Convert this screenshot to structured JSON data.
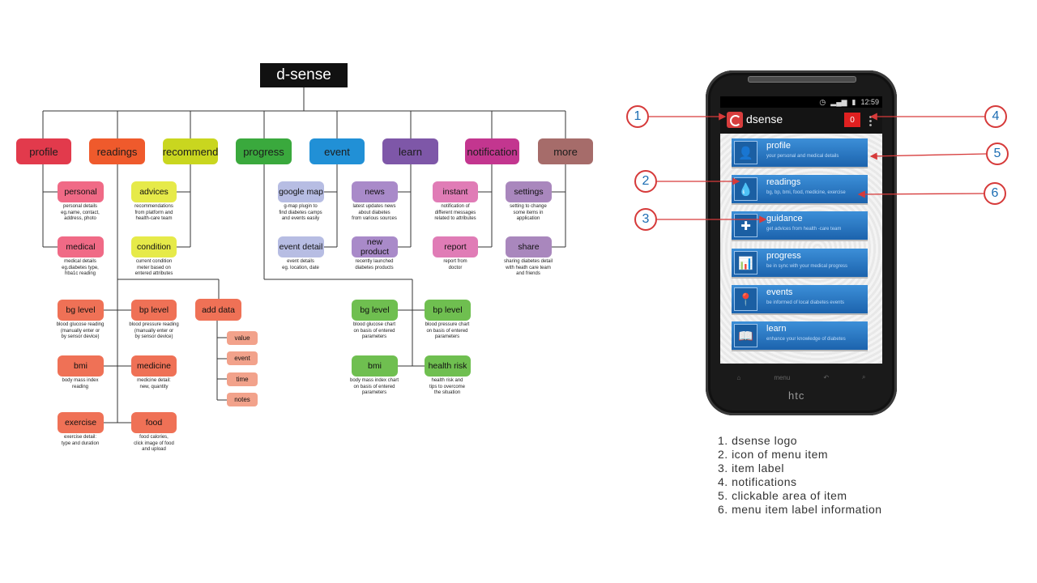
{
  "diagram": {
    "root": "d-sense",
    "categories": [
      "profile",
      "readings",
      "recommend",
      "progress",
      "event",
      "learn",
      "notification",
      "more"
    ],
    "colors": {
      "profile": "#e23a4c",
      "readings": "#ef5a2c",
      "recommend": "#c9d61f",
      "progress": "#3aa93d",
      "event": "#2190d6",
      "learn": "#7e57a8",
      "notification": "#c3368f",
      "more": "#a66c6a",
      "pink": "#f06a86",
      "yellow": "#e6ea49",
      "lavender": "#b7bde3",
      "purple": "#a98ac9",
      "magenta": "#e07cb6",
      "mauve": "#a987bd",
      "salmon": "#ef7156",
      "salmon_light": "#f2a28b",
      "green": "#6fbf50"
    },
    "nodes": {
      "personal": {
        "label": "personal",
        "desc": "personal details\neg.name, contact,\naddress, photo"
      },
      "medical": {
        "label": "medical",
        "desc": "medical details\neg.diabetes type,\nhba1c reading"
      },
      "advices": {
        "label": "advices",
        "desc": "recommendations\nfrom platform and\nhealth-care team"
      },
      "condition": {
        "label": "condition",
        "desc": "current condition\nmeter based on\nentered attributes"
      },
      "google_map": {
        "label": "google map",
        "desc": "g-map plugin to\nfind diabetes camps\nand events easily"
      },
      "event_detail": {
        "label": "event detail",
        "desc": "event details\neg. location, date"
      },
      "news": {
        "label": "news",
        "desc": "latest updates news\nabout diabetes\nfrom various sources"
      },
      "new_product": {
        "label": "new product",
        "desc": "recently launched\ndiabetes products"
      },
      "instant": {
        "label": "instant",
        "desc": "notification of\ndifferent messages\nrelated to attributes"
      },
      "report": {
        "label": "report",
        "desc": "report from\ndoctor"
      },
      "settings": {
        "label": "settings",
        "desc": "setting to change\nsome items in\napplication"
      },
      "share": {
        "label": "share",
        "desc": "sharing diabetes detail\nwith heath care team\nand friends"
      },
      "bg_level_r": {
        "label": "bg level",
        "desc": "blood glucose reading\n(manually enter or\nby sensor device)"
      },
      "bp_level_r": {
        "label": "bp level",
        "desc": "blood pressure reading\n(manually enter or\nby sensor device)"
      },
      "add_data": {
        "label": "add data",
        "desc": ""
      },
      "bmi_r": {
        "label": "bmi",
        "desc": "body mass index\nreading"
      },
      "medicine": {
        "label": "medicine",
        "desc": "medicine detail:\nnew, quantity"
      },
      "exercise": {
        "label": "exercise",
        "desc": "exercise detail:\ntype and duration"
      },
      "food": {
        "label": "food",
        "desc": "food calories,\nclick image of food\nand upload"
      },
      "value": {
        "label": "value",
        "desc": ""
      },
      "event_sub": {
        "label": "event",
        "desc": ""
      },
      "time": {
        "label": "time",
        "desc": ""
      },
      "notes": {
        "label": "notes",
        "desc": ""
      },
      "bg_level_p": {
        "label": "bg level",
        "desc": "blood glucose chart\non basis of entered\nparameters"
      },
      "bp_level_p": {
        "label": "bp level",
        "desc": "blood pressure chart\non basis of entered\nparameters"
      },
      "bmi_p": {
        "label": "bmi",
        "desc": "body mass index chart\non basis of entered\nparameters"
      },
      "health_risk": {
        "label": "health risk",
        "desc": "health risk and\ntips to overcome\nthe situation"
      }
    }
  },
  "phone": {
    "status_time": "12:59",
    "app_title": "dsense",
    "notification_count": "0",
    "menu": [
      {
        "label": "profile",
        "sub": "your personal and medical details",
        "icon": "person-icon",
        "glyph": "👤"
      },
      {
        "label": "readings",
        "sub": "bg, bp, bmi, food, medicine, exercise",
        "icon": "drop-icon",
        "glyph": "💧"
      },
      {
        "label": "guidance",
        "sub": "get advices from health -care team",
        "icon": "guidance-icon",
        "glyph": "✚"
      },
      {
        "label": "progress",
        "sub": "be in sync with your medical progress",
        "icon": "progress-icon",
        "glyph": "📊"
      },
      {
        "label": "events",
        "sub": "be informed of local diabetes events",
        "icon": "events-icon",
        "glyph": "📍"
      },
      {
        "label": "learn",
        "sub": "enhance your knowledge of diabetes",
        "icon": "learn-icon",
        "glyph": "📖"
      }
    ],
    "nav": [
      "⌂",
      "menu",
      "↶",
      "⌕"
    ],
    "brand": "htc"
  },
  "callouts": [
    "1",
    "2",
    "3",
    "4",
    "5",
    "6"
  ],
  "legend": [
    "1. dsense logo",
    "2. icon of menu item",
    "3. item label",
    "4. notifications",
    "5. clickable area of item",
    "6. menu item label information"
  ]
}
